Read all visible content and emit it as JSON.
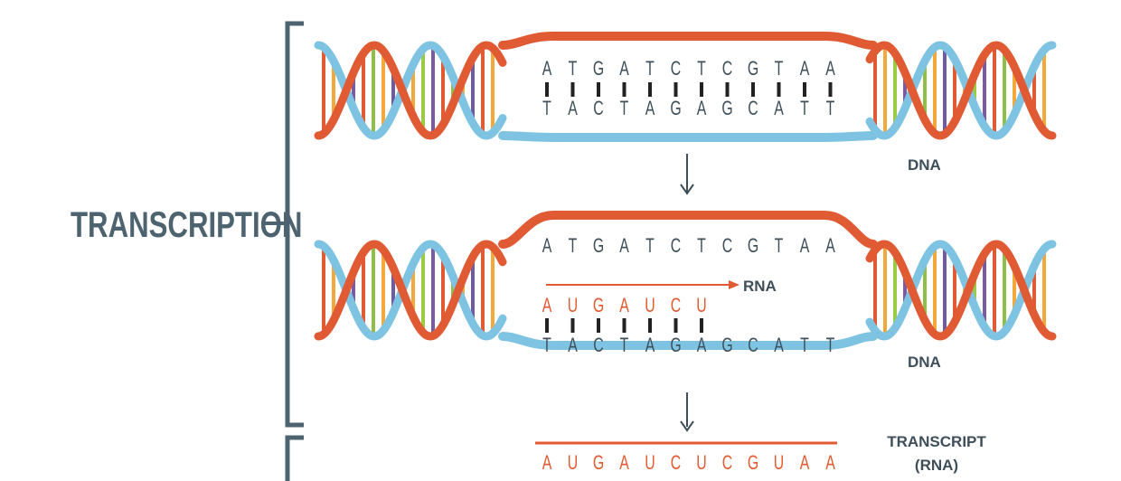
{
  "colors": {
    "orange": "#E05A33",
    "blue": "#7FC3E3",
    "bracket": "#4E6370",
    "text_dark": "#3E4F5A",
    "rung_palette": [
      "#E05A33",
      "#F2A93B",
      "#9BCB45",
      "#7A5AA0",
      "#E05A33",
      "#8FBF48",
      "#F2A93B",
      "#6E5BA3"
    ]
  },
  "stage1": {
    "top_letters": [
      "A",
      "T",
      "G",
      "A",
      "T",
      "C",
      "T",
      "C",
      "G",
      "T",
      "A",
      "A"
    ],
    "bottom_letters": [
      "T",
      "A",
      "C",
      "T",
      "A",
      "G",
      "A",
      "G",
      "C",
      "A",
      "T",
      "T"
    ],
    "label": "DNA"
  },
  "stage2": {
    "top_letters": [
      "A",
      "T",
      "G",
      "A",
      "T",
      "C",
      "T",
      "C",
      "G",
      "T",
      "A",
      "A"
    ],
    "rna_letters": [
      "A",
      "U",
      "G",
      "A",
      "U",
      "C",
      "U"
    ],
    "rna_label": "RNA",
    "bottom_letters": [
      "T",
      "A",
      "C",
      "T",
      "A",
      "G",
      "A",
      "G",
      "C",
      "A",
      "T",
      "T"
    ],
    "label": "DNA"
  },
  "transcript": {
    "letters": [
      "A",
      "U",
      "G",
      "A",
      "U",
      "C",
      "U",
      "C",
      "G",
      "U",
      "A",
      "A"
    ],
    "label_line1": "TRANSCRIPT",
    "label_line2": "(RNA)"
  },
  "left_label": "TRANSCRIPTION"
}
